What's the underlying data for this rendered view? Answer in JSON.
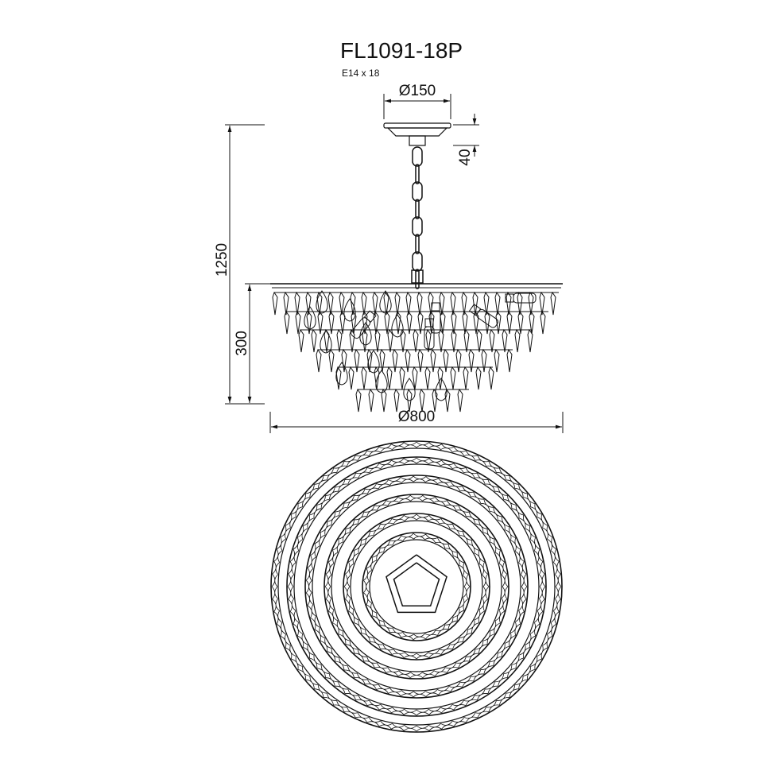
{
  "title": "FL1091-18P",
  "subtitle": "E14 x 18",
  "dimensions": {
    "canopy_diameter": "Ø150",
    "canopy_height": "40",
    "total_height": "1250",
    "body_height": "300",
    "body_diameter": "Ø800"
  },
  "colors": {
    "line": "#111111",
    "background": "#ffffff"
  }
}
